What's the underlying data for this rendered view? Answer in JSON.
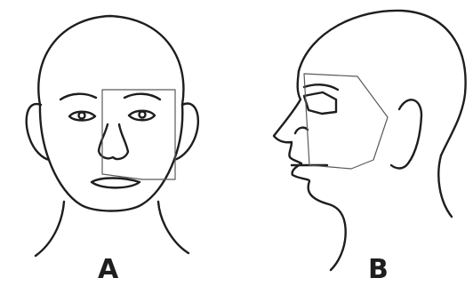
{
  "figure": {
    "panels": [
      {
        "id": "A",
        "label": "A",
        "view": "frontal"
      },
      {
        "id": "B",
        "label": "B",
        "view": "profile"
      }
    ],
    "colors": {
      "line": "#1e1e1e",
      "box": "#5a5a5a",
      "background": "#ffffff"
    }
  }
}
